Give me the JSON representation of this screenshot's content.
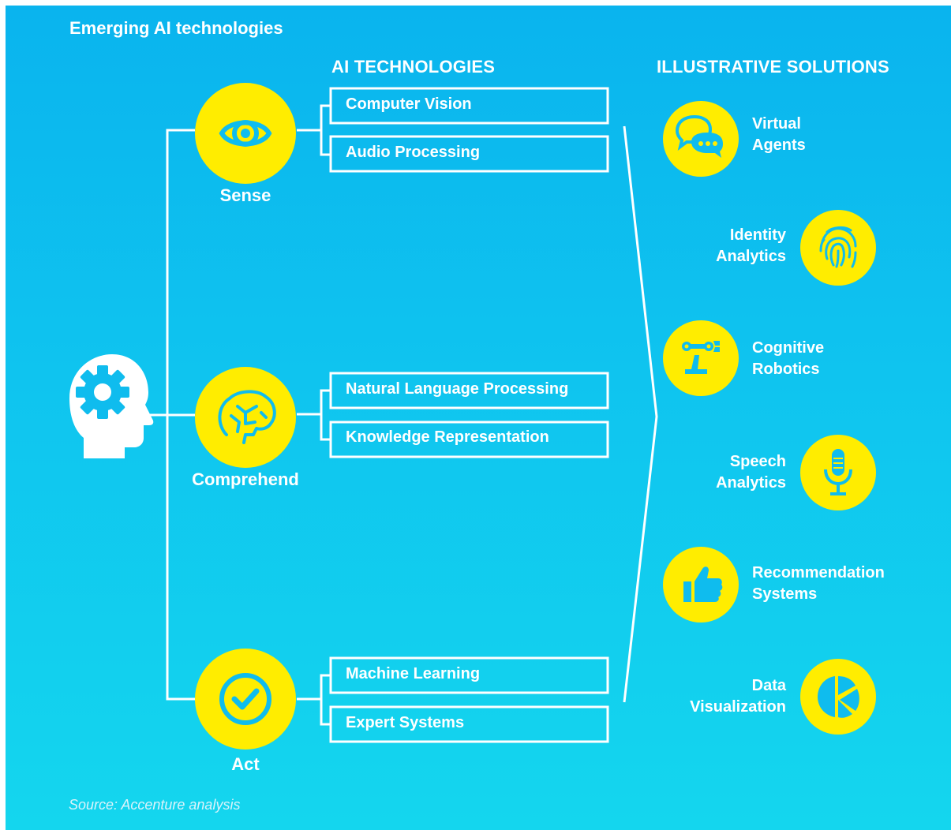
{
  "title": "Emerging AI technologies",
  "column_headers": {
    "technologies": "AI TECHNOLOGIES",
    "solutions": "ILLUSTRATIVE SOLUTIONS"
  },
  "categories": [
    {
      "label": "Sense",
      "icon": "eye-icon",
      "technologies": [
        "Computer Vision",
        "Audio Processing"
      ]
    },
    {
      "label": "Comprehend",
      "icon": "brain-icon",
      "technologies": [
        "Natural Language Processing",
        "Knowledge Representation"
      ]
    },
    {
      "label": "Act",
      "icon": "checkmark-icon",
      "technologies": [
        "Machine Learning",
        "Expert Systems"
      ]
    }
  ],
  "solutions": [
    {
      "line1": "Virtual",
      "line2": "Agents",
      "icon": "chat-bubbles-icon"
    },
    {
      "line1": "Identity",
      "line2": "Analytics",
      "icon": "fingerprint-icon"
    },
    {
      "line1": "Cognitive",
      "line2": "Robotics",
      "icon": "robot-arm-icon"
    },
    {
      "line1": "Speech",
      "line2": "Analytics",
      "icon": "microphone-icon"
    },
    {
      "line1": "Recommendation",
      "line2": "Systems",
      "icon": "thumbs-up-icon"
    },
    {
      "line1": "Data",
      "line2": "Visualization",
      "icon": "pie-chart-icon"
    }
  ],
  "head_icon": "head-gear-icon",
  "source": "Source: Accenture analysis",
  "colors": {
    "background_top": "#0ab4ee",
    "background_bottom": "#14d6ee",
    "accent": "#ffed00",
    "line": "#ffffff"
  }
}
